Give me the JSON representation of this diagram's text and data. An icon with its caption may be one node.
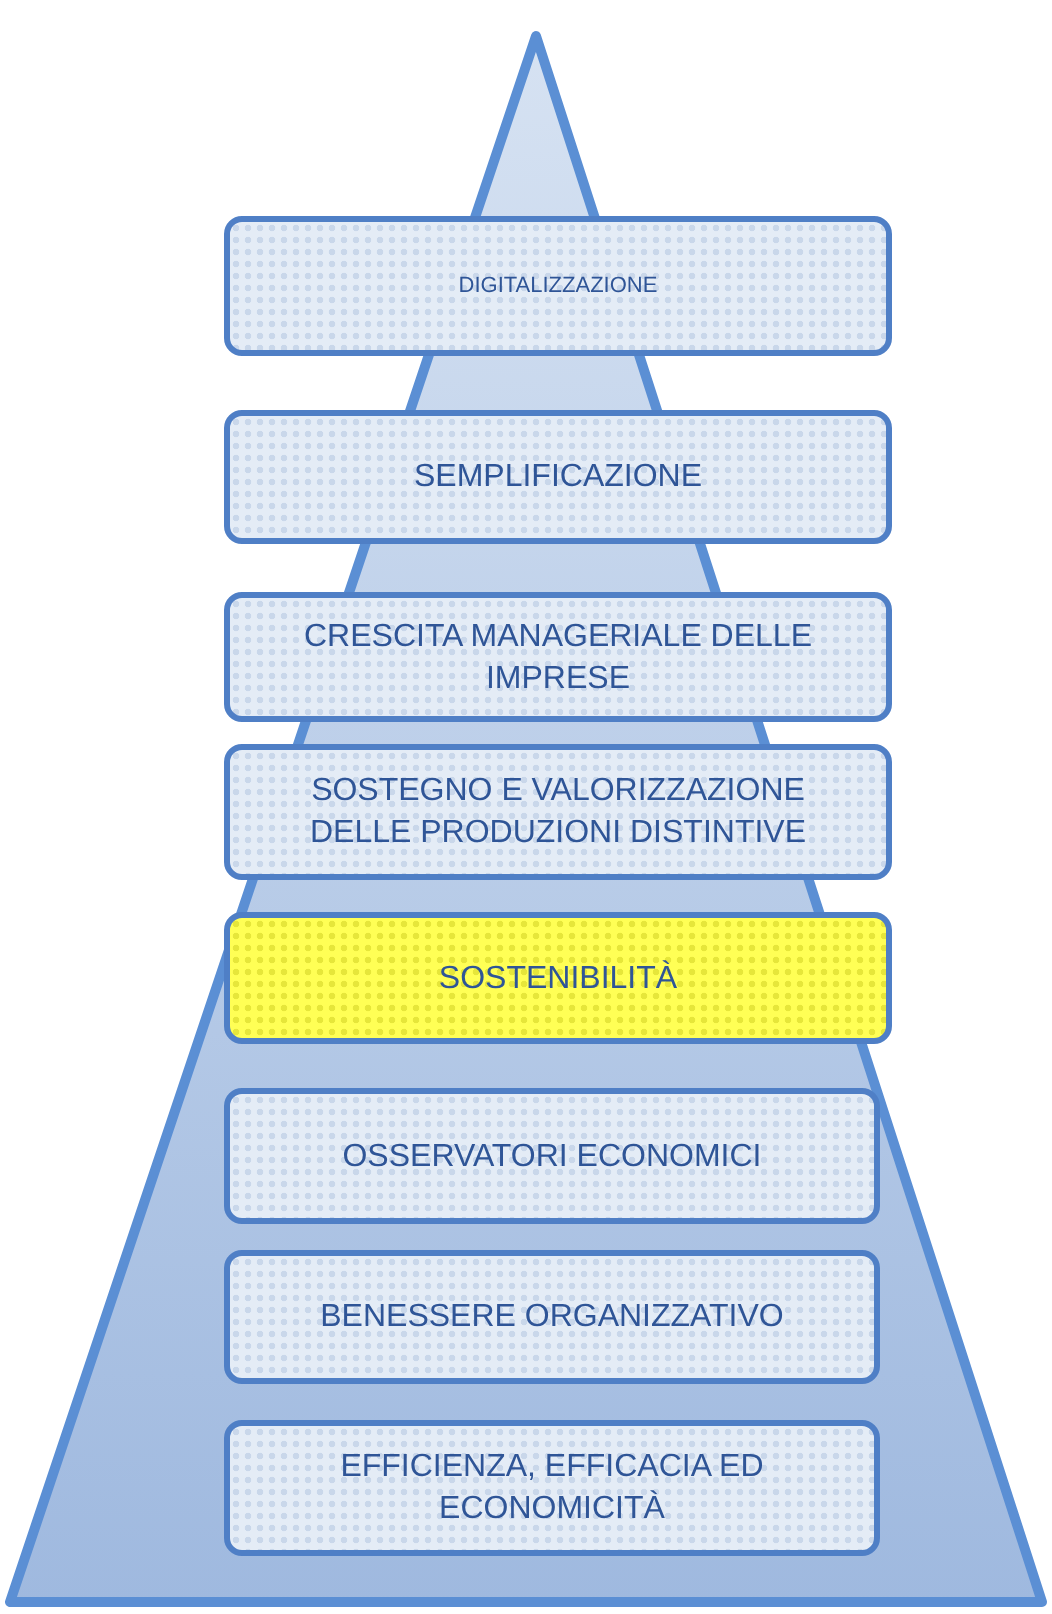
{
  "diagram": {
    "nodes": [
      {
        "text": [
          "DIGITALIZZAZIONE"
        ]
      },
      {
        "text": [
          "SEMPLIFICAZIONE"
        ]
      },
      {
        "text": [
          "CRESCITA MANAGERIALE DELLE IMPRESE"
        ]
      },
      {
        "text": [
          "SOSTEGNO E VALORIZZAZIONE DELLE PRODUZIONI DISTINTIVE"
        ]
      },
      {
        "text": [
          "SOSTENIBILITÀ"
        ]
      },
      {
        "text": [
          "OSSERVATORI ECONOMICI"
        ]
      },
      {
        "text": [
          "BENESSERE ORGANIZZATIVO"
        ]
      },
      {
        "text": [
          "EFFICIENZA, EFFICACIA ED ECONOMICITÀ"
        ]
      }
    ]
  }
}
